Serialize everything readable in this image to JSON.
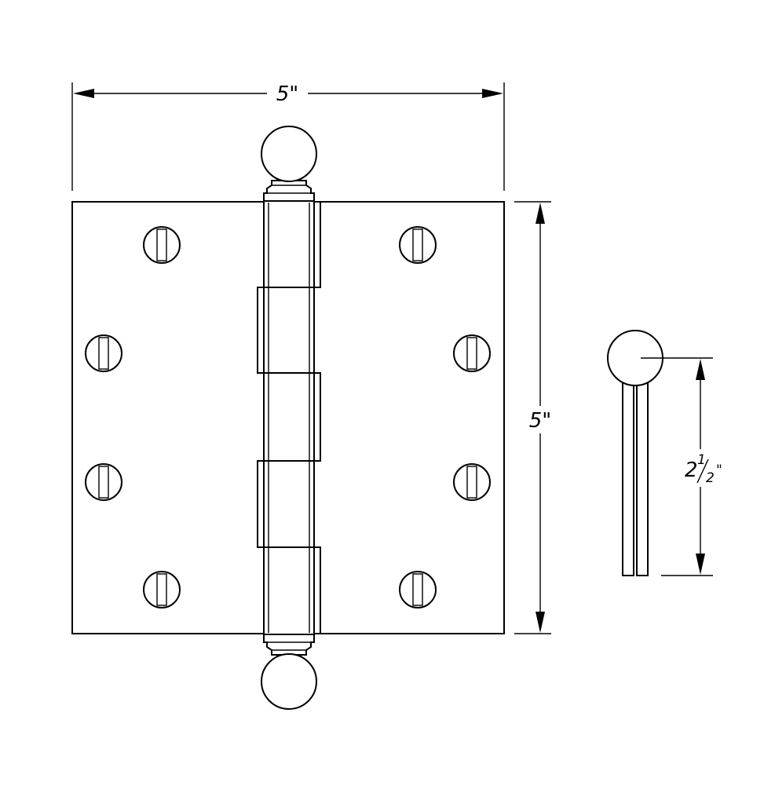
{
  "drawing": {
    "subject": "butt hinge",
    "line_color": "#000000",
    "background_color": "#ffffff"
  },
  "dimensions": {
    "width_label": "5\"",
    "height_label": "5\"",
    "side_whole": "2",
    "side_numerator": "1",
    "side_denominator": "2",
    "side_inch_mark": "\""
  }
}
